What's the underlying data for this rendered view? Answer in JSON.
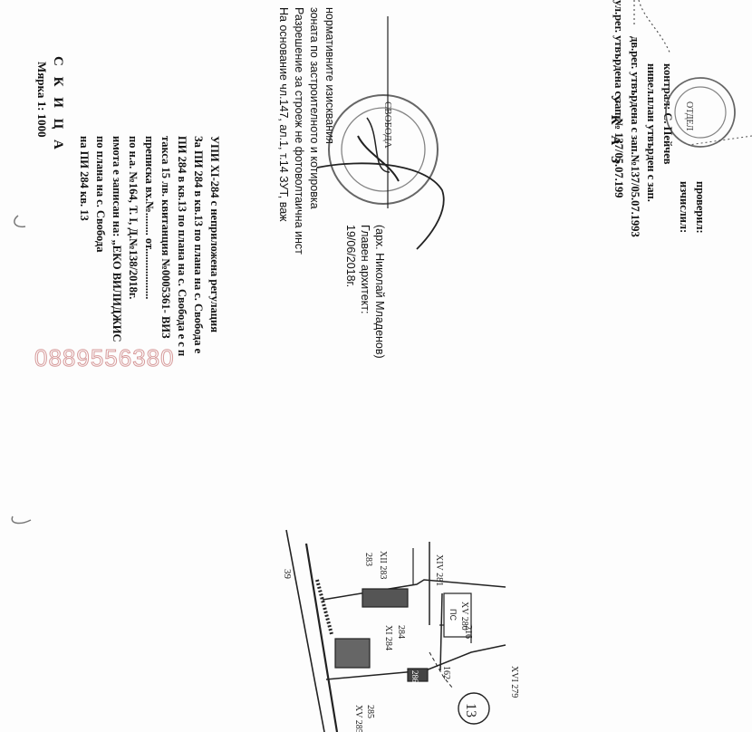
{
  "skica": {
    "title": "С К И Ц А",
    "scale": "Мярка 1: 1000",
    "lines": [
      "на  ПИ 284  кв. 13",
      "по плана на с. Свобода",
      "имота е записан на: „ЕКО ВИЛИДЖИС",
      "по н.а. №164, Т. I, Д.№138/2018г.",
      "преписка вх.№........ от..................",
      "такса 15 лв. квитанция №0005361- ВИЗ",
      "ПИ 284 в кв.13 по плана на с. Свобода е с п",
      "За ПИ 284 в кв.13 по плана на с. Свобода е",
      "УПИ ХI-284  с неприложена  регулация"
    ]
  },
  "osnovanie": {
    "lines": [
      "На    основание    чл.147,   ал.1,   т.14  ЗУТ,   важ",
      "Разрешение за строеж не фотоволтаична инст",
      "зоната  по  застроителното  и  котировка",
      "нормативните изисквания",
      "19/06/2018г.",
      "Главен архитект:",
      "(арх. Николай Младенов)"
    ]
  },
  "ukaz": {
    "title": "У К А З",
    "lines": [
      "ул.рег. утвърдена с зап.№ 137/05.07.199",
      "дв.рег. утвърдена с зап.№137/05.07.1993",
      "нивел.план утвърден с зап.",
      "контрал: С. Пейчев",
      "изчислил:",
      "проверил:"
    ]
  },
  "stamp_text": "СВОБОДА",
  "stamp_text2": "ОТДЕЛ",
  "phone": "0889556380",
  "plan": {
    "street_no": "39",
    "block_no": "13",
    "labels": [
      "283",
      "XII 283",
      "XIV 281",
      "XI 284",
      "284",
      "XV 280",
      "ПС",
      "286",
      "XV 285",
      "285",
      "162",
      "XVI 279",
      "216"
    ]
  }
}
